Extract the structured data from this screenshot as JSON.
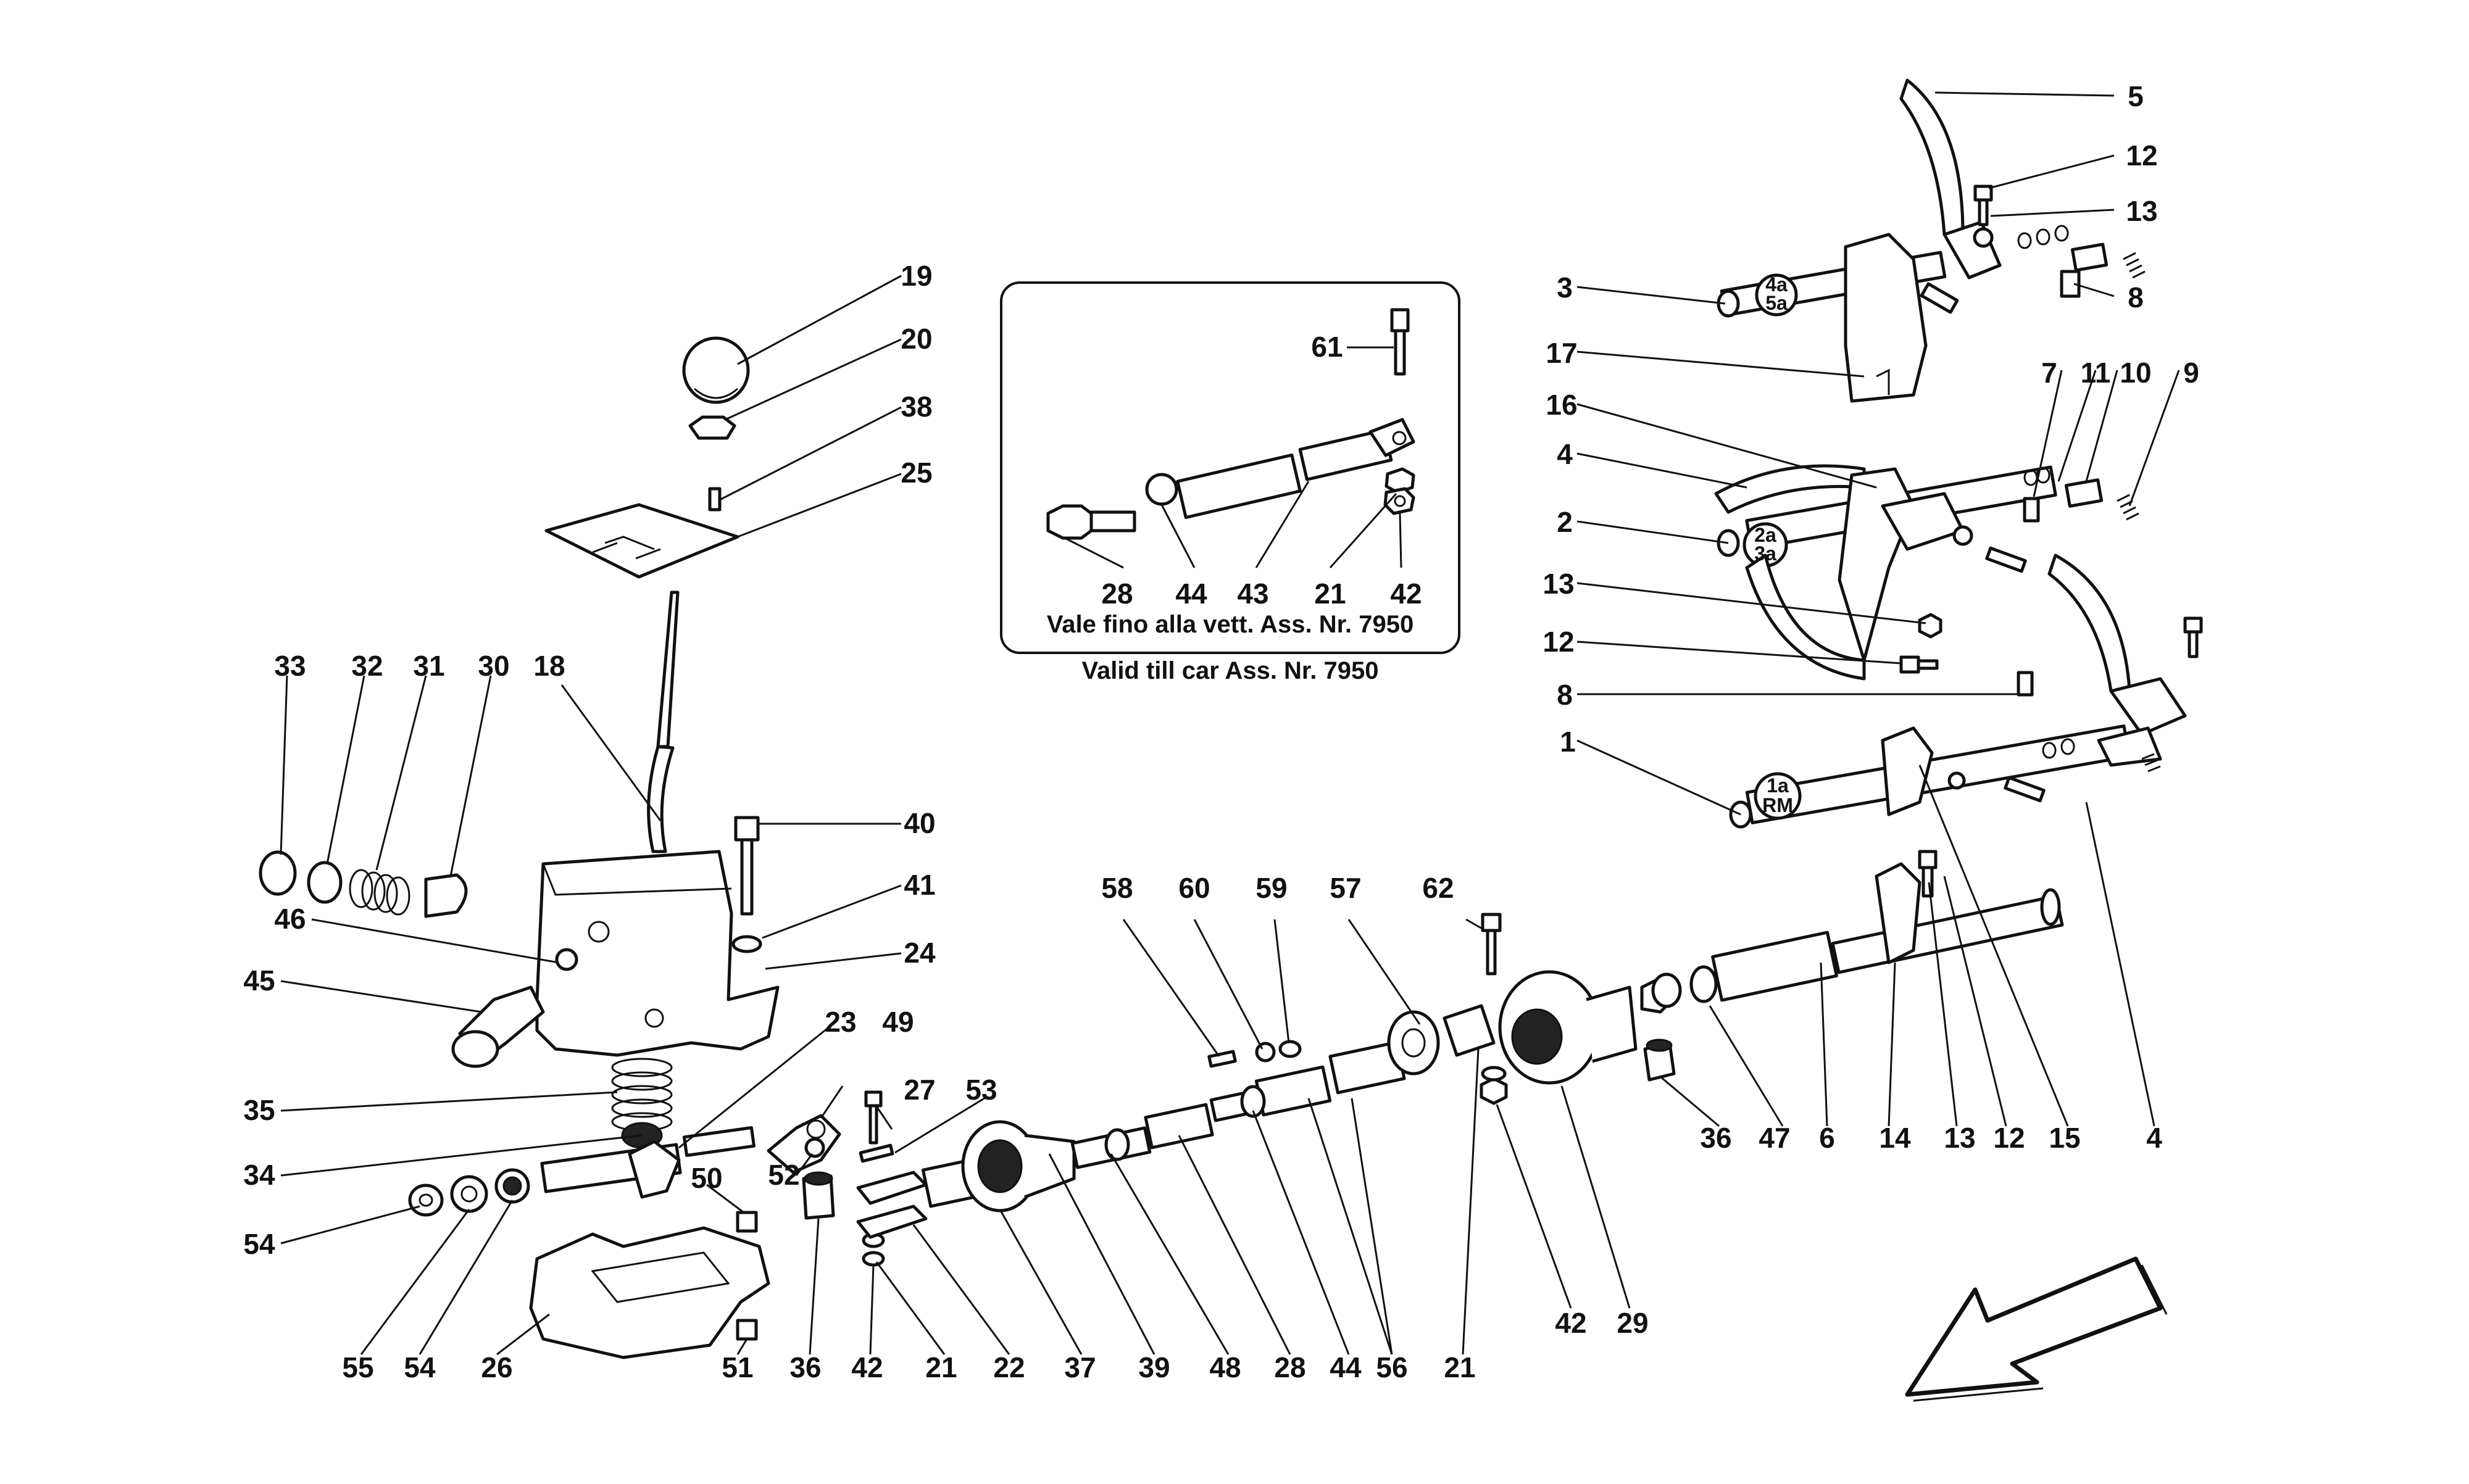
{
  "inset": {
    "caption_it": "Vale fino alla vett. Ass. Nr. 7950",
    "caption_en": "Valid till car Ass. Nr. 7950"
  },
  "rail_marks": {
    "rail_45": [
      "4a",
      "5a"
    ],
    "rail_23": [
      "2a",
      "3a"
    ],
    "rail_1r": [
      "1a",
      "RM"
    ]
  },
  "callouts": [
    "19",
    "20",
    "38",
    "25",
    "18",
    "33",
    "32",
    "31",
    "30",
    "40",
    "41",
    "24",
    "46",
    "45",
    "35",
    "23",
    "49",
    "27",
    "53",
    "34",
    "52",
    "54",
    "55",
    "54",
    "26",
    "50",
    "51",
    "36",
    "42",
    "21",
    "22",
    "37",
    "39",
    "48",
    "28",
    "44",
    "56",
    "21",
    "42",
    "29",
    "58",
    "60",
    "59",
    "57",
    "62",
    "36",
    "47",
    "6",
    "14",
    "13",
    "12",
    "15",
    "4",
    "5",
    "12",
    "13",
    "3",
    "8",
    "17",
    "16",
    "7",
    "11",
    "10",
    "9",
    "4",
    "2",
    "13",
    "12",
    "8",
    "1",
    "61",
    "28",
    "44",
    "43",
    "21",
    "42"
  ],
  "icons": [
    "direction-arrow-icon"
  ]
}
